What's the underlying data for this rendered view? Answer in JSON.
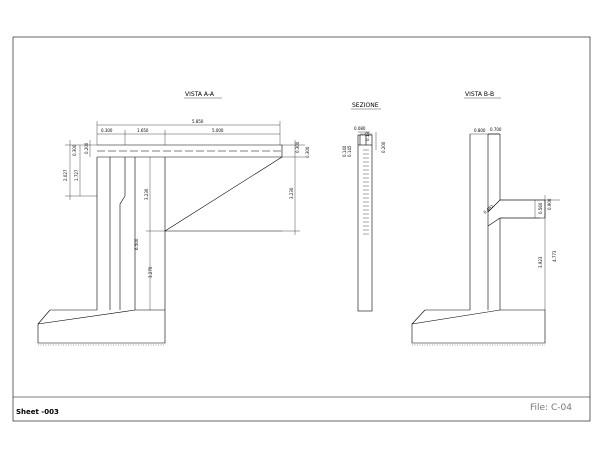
{
  "titles": {
    "vista_aa": "VISTA A-A",
    "sezione": "SEZIONE",
    "vista_bb": "VISTA B-B"
  },
  "sheet_label": "Sheet -003",
  "file_label": "File: C-04",
  "dims_aa": {
    "top_total": "5.850",
    "seg1": "0.300",
    "seg2": "1.650",
    "seg3": "5.000",
    "left_v1": "0.300",
    "left_v2": "0.200",
    "left_v3": "2.027",
    "left_v4": "1.727",
    "mid_v1": "3.230",
    "mid_v2": "6.500",
    "mid_v3": "3.270",
    "right_v1": "0.300",
    "right_v2": "0.300",
    "right_v3": "3.230"
  },
  "dims_sez": {
    "d1": "0.080",
    "d2": "0.140",
    "d3": "0.145",
    "d4": "0.13",
    "d5": "0.200"
  },
  "dims_bb": {
    "top1": "0.800",
    "top2": "0.700",
    "slope": "0.482",
    "v1": "0.560",
    "v2": "0.900",
    "v3": "3.923",
    "v4": "4.773"
  }
}
